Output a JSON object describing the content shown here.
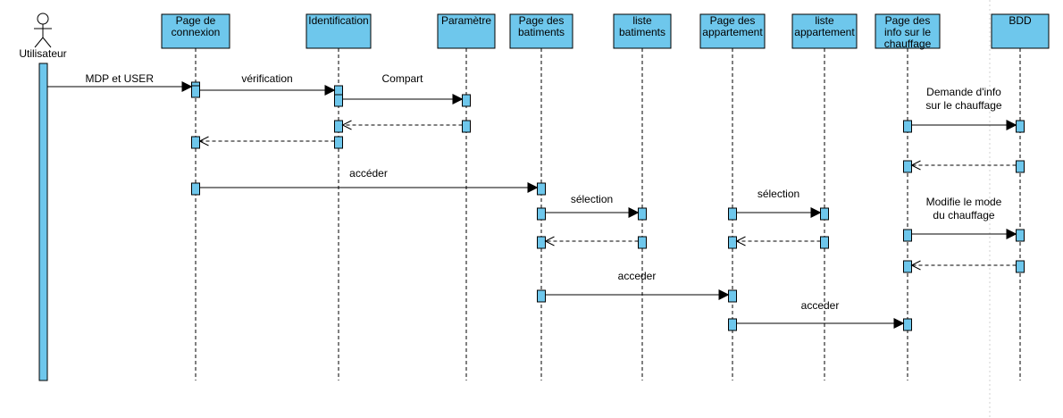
{
  "colors": {
    "box_fill": "#6ec7ec",
    "box_stroke": "#000000",
    "line": "#000000",
    "background": "#ffffff"
  },
  "actor": {
    "name": "Utilisateur",
    "icon": "stick-figure-icon"
  },
  "participants": [
    {
      "id": "connexion",
      "lines": [
        "Page de",
        "connexion"
      ]
    },
    {
      "id": "identification",
      "lines": [
        "Identification"
      ]
    },
    {
      "id": "parametre",
      "lines": [
        "Paramètre"
      ]
    },
    {
      "id": "batiments",
      "lines": [
        "Page des",
        "batiments"
      ]
    },
    {
      "id": "liste_batiments",
      "lines": [
        "liste",
        "batiments"
      ]
    },
    {
      "id": "appartement",
      "lines": [
        "Page des",
        "appartement"
      ]
    },
    {
      "id": "liste_appartement",
      "lines": [
        "liste",
        "appartement"
      ]
    },
    {
      "id": "chauffage",
      "lines": [
        "Page des",
        "info sur le",
        "chauffage"
      ]
    },
    {
      "id": "bdd",
      "lines": [
        "BDD"
      ]
    }
  ],
  "messages": [
    {
      "from": "actor",
      "to": "connexion",
      "kind": "call",
      "label": [
        "MDP et USER"
      ]
    },
    {
      "from": "connexion",
      "to": "identification",
      "kind": "call",
      "label": [
        "vérification"
      ]
    },
    {
      "from": "identification",
      "to": "parametre",
      "kind": "call",
      "label": [
        "Compart"
      ]
    },
    {
      "from": "parametre",
      "to": "identification",
      "kind": "return",
      "label": []
    },
    {
      "from": "identification",
      "to": "connexion",
      "kind": "return",
      "label": []
    },
    {
      "from": "connexion",
      "to": "batiments",
      "kind": "call",
      "label": [
        "accéder"
      ]
    },
    {
      "from": "batiments",
      "to": "liste_batiments",
      "kind": "call",
      "label": [
        "sélection"
      ]
    },
    {
      "from": "liste_batiments",
      "to": "batiments",
      "kind": "return",
      "label": []
    },
    {
      "from": "batiments",
      "to": "appartement",
      "kind": "call",
      "label": [
        "acceder"
      ]
    },
    {
      "from": "appartement",
      "to": "liste_appartement",
      "kind": "call",
      "label": [
        "sélection"
      ]
    },
    {
      "from": "liste_appartement",
      "to": "appartement",
      "kind": "return",
      "label": []
    },
    {
      "from": "appartement",
      "to": "chauffage",
      "kind": "call",
      "label": [
        "acceder"
      ]
    },
    {
      "from": "chauffage",
      "to": "bdd",
      "kind": "call",
      "label": [
        "Demande d'info",
        "sur le chauffage"
      ]
    },
    {
      "from": "bdd",
      "to": "chauffage",
      "kind": "return",
      "label": []
    },
    {
      "from": "chauffage",
      "to": "bdd",
      "kind": "call",
      "label": [
        "Modifie le mode",
        "du chauffage"
      ]
    },
    {
      "from": "bdd",
      "to": "chauffage",
      "kind": "return",
      "label": []
    }
  ]
}
